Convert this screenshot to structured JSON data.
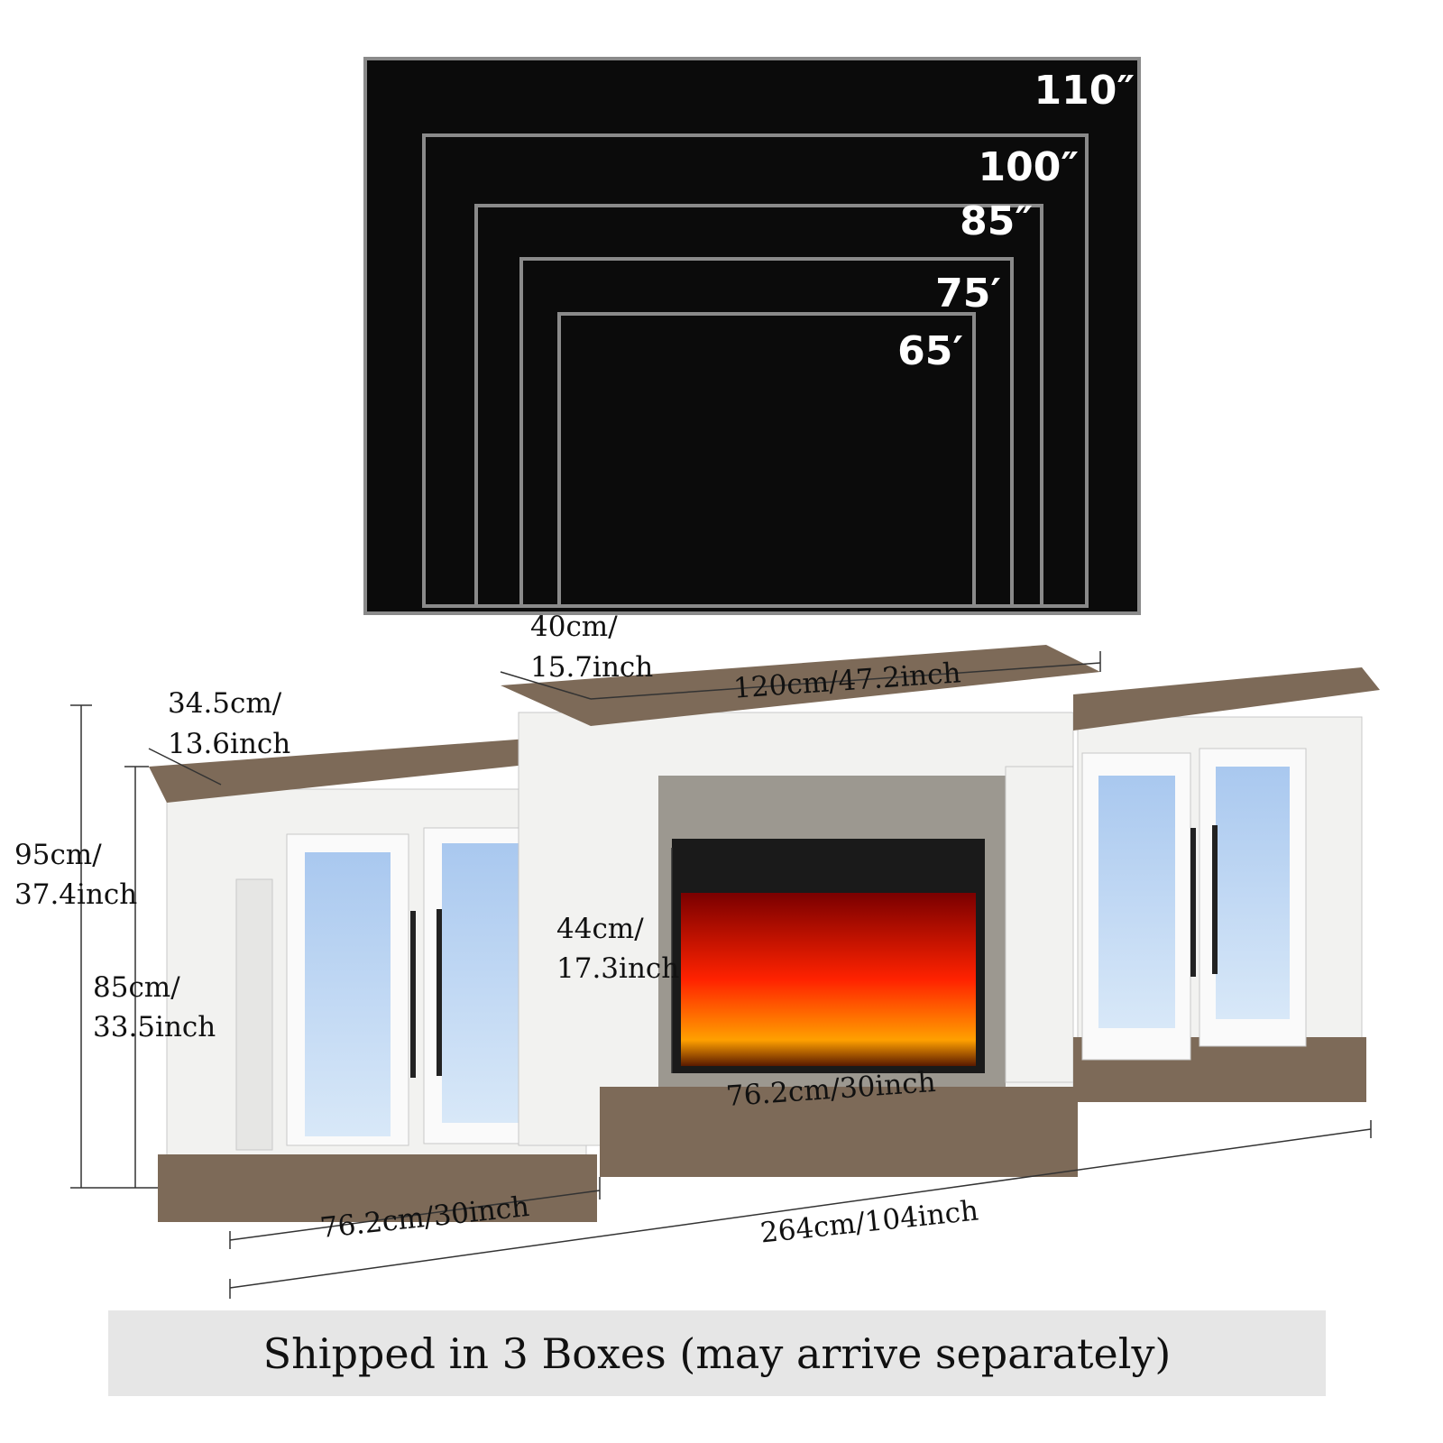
{
  "tv_sizes": [
    "110″",
    "100″",
    "85″",
    "75′",
    "65′"
  ],
  "dimensions": {
    "center_depth": [
      "40cm/",
      "15.7inch"
    ],
    "center_width": "120cm/47.2inch",
    "side_depth": [
      "34.5cm/",
      "13.6inch"
    ],
    "total_height": [
      "95cm/",
      "37.4inch"
    ],
    "side_height": [
      "85cm/",
      "33.5inch"
    ],
    "fireplace_height": [
      "44cm/",
      "17.3inch"
    ],
    "fireplace_width": "76.2cm/30inch",
    "side_width": "76.2cm/30inch",
    "total_width": "264cm/104inch"
  },
  "banner": "Shipped in 3 Boxes (may arrive separately)",
  "colors": {
    "wood": "#7d6a58",
    "white": "#f2f2f0",
    "glass": "#b9d3ee",
    "screen": "#0b0b0b",
    "banner": "#e6e6e6"
  }
}
